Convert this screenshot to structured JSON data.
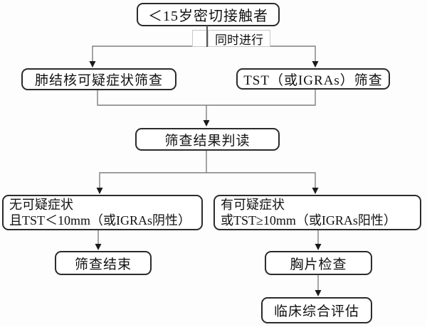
{
  "nodes": {
    "root": {
      "label": "＜15岁密切接触者"
    },
    "simultaneous_note": {
      "label": "同时进行"
    },
    "symptom_screening": {
      "label": "肺结核可疑症状筛查"
    },
    "tst_screening": {
      "label": "TST（或IGRAs）筛查"
    },
    "result_interpretation": {
      "label": "筛查结果判读"
    },
    "negative_branch": {
      "line1": "无可疑症状",
      "line2": "且TST＜10mm（或IGRAs阴性）"
    },
    "positive_branch": {
      "line1": "有可疑症状",
      "line2": "或TST≥10mm（或IGRAs阳性）"
    },
    "screening_end": {
      "label": "筛查结束"
    },
    "chest_xray": {
      "label": "胸片检查"
    },
    "clinical_evaluation": {
      "label": "临床综合评估"
    }
  },
  "colors": {
    "background": "#fdfdfd",
    "node_border": "#2b2b2b",
    "node_background": "#ffffff",
    "connector": "#7f7f7f",
    "arrowhead": "#1a1a1a",
    "note_border": "#c9c9c9",
    "text": "#111111"
  }
}
